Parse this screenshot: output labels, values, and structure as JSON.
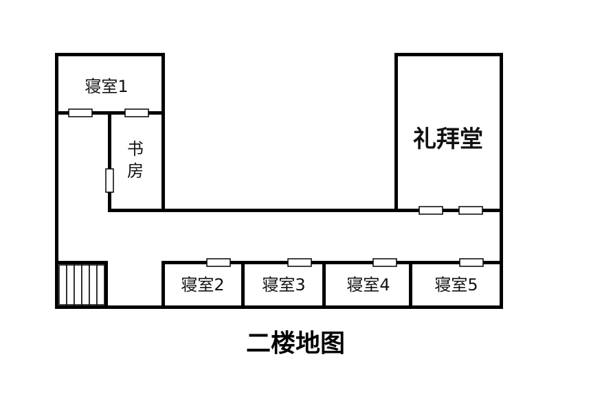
{
  "plan": {
    "title": "二楼地图",
    "rooms": {
      "bedroom1": "寝室1",
      "study_line1": "书",
      "study_line2": "房",
      "chapel": "礼拜堂",
      "bedroom2": "寝室2",
      "bedroom3": "寝室3",
      "bedroom4": "寝室4",
      "bedroom5": "寝室5"
    },
    "colors": {
      "walls": "#000000",
      "background": "#ffffff"
    }
  }
}
